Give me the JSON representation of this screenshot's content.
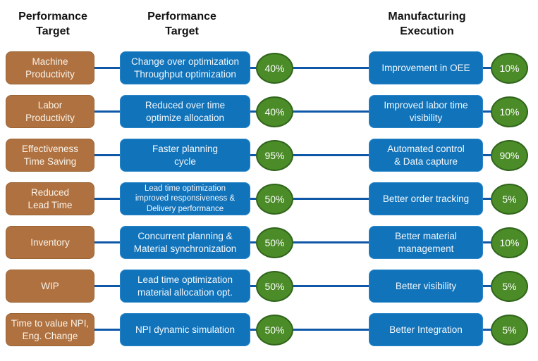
{
  "headers": {
    "col1": "Performance\nTarget",
    "col2": "Performance\nTarget",
    "col3": "Manufacturing\nExecution"
  },
  "colors": {
    "target_box": "#AF7140",
    "planning_box": "#1173BA",
    "pct_badge": "#4B8B28",
    "pct_badge_border": "#30651C",
    "connector_line": "#0F58A8",
    "header_text": "#141414"
  },
  "rows": [
    {
      "target": "Machine\nProductivity",
      "planning": "Change over optimization\nThroughput optimization",
      "planning_pct": "40%",
      "execution": "Improvement in OEE",
      "execution_pct": "10%"
    },
    {
      "target": "Labor\nProductivity",
      "planning": "Reduced over time\noptimize allocation",
      "planning_pct": "40%",
      "execution": "Improved labor time\nvisibility",
      "execution_pct": "10%"
    },
    {
      "target": "Effectiveness\nTime Saving",
      "planning": "Faster planning\ncycle",
      "planning_pct": "95%",
      "execution": "Automated control\n& Data capture",
      "execution_pct": "90%"
    },
    {
      "target": "Reduced\nLead Time",
      "planning": "Lead time optimization\nimproved responsiveness &\nDelivery performance",
      "planning_pct": "50%",
      "execution": "Better order tracking",
      "execution_pct": "5%"
    },
    {
      "target": "Inventory",
      "planning": "Concurrent planning &\nMaterial synchronization",
      "planning_pct": "50%",
      "execution": "Better material\nmanagement",
      "execution_pct": "10%"
    },
    {
      "target": "WIP",
      "planning": "Lead time optimization\nmaterial allocation opt.",
      "planning_pct": "50%",
      "execution": "Better visibility",
      "execution_pct": "5%"
    },
    {
      "target": "Time to value NPI,\nEng. Change",
      "planning": "NPI dynamic simulation",
      "planning_pct": "50%",
      "execution": "Better Integration",
      "execution_pct": "5%"
    }
  ]
}
